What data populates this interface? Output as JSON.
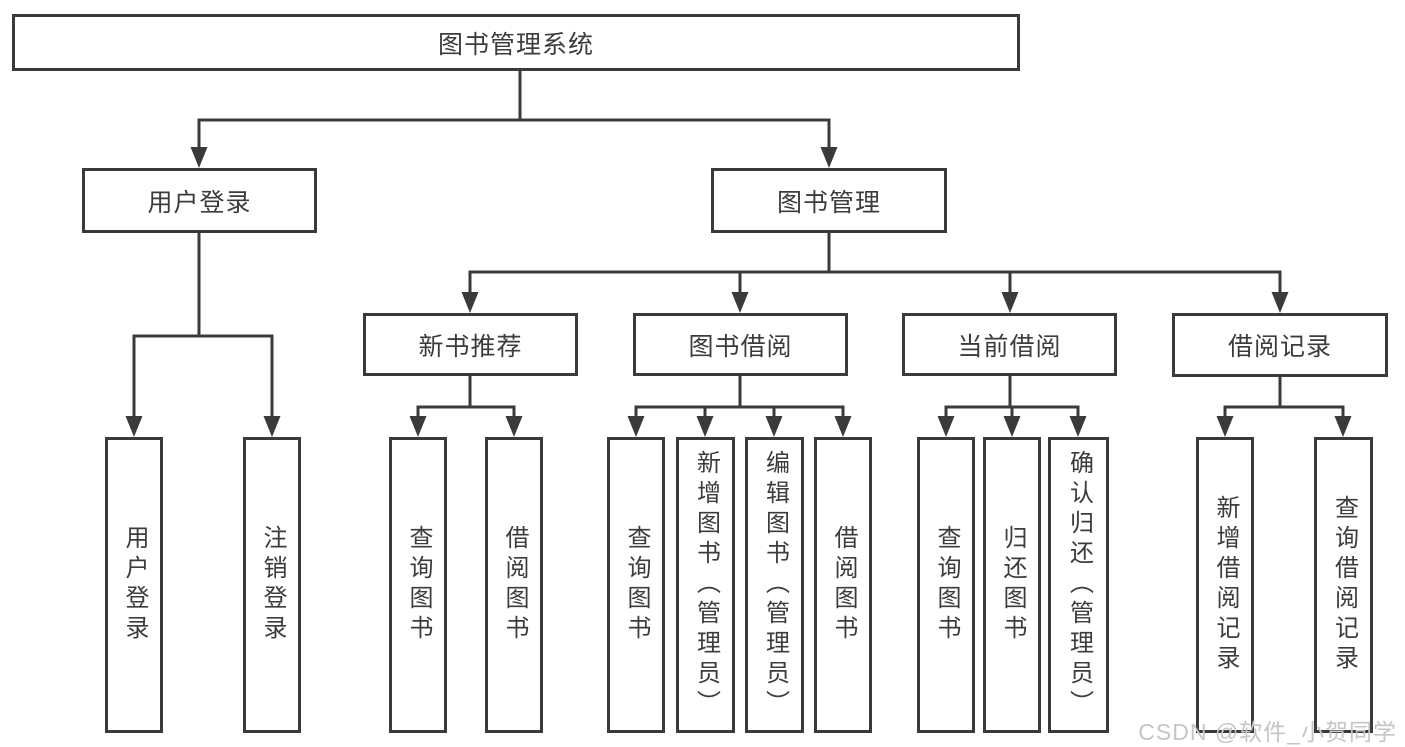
{
  "diagram": {
    "root": {
      "label": "图书管理系统"
    },
    "level2": [
      {
        "label": "用户登录",
        "children": [
          {
            "label": "用户登录"
          },
          {
            "label": "注销登录"
          }
        ]
      },
      {
        "label": "图书管理",
        "children": [
          {
            "label": "新书推荐",
            "children": [
              {
                "label": "查询图书"
              },
              {
                "label": "借阅图书"
              }
            ]
          },
          {
            "label": "图书借阅",
            "children": [
              {
                "label": "查询图书"
              },
              {
                "label": "新增图书（管理员）"
              },
              {
                "label": "编辑图书（管理员）"
              },
              {
                "label": "借阅图书"
              }
            ]
          },
          {
            "label": "当前借阅",
            "children": [
              {
                "label": "查询图书"
              },
              {
                "label": "归还图书"
              },
              {
                "label": "确认归还（管理员）"
              }
            ]
          },
          {
            "label": "借阅记录",
            "children": [
              {
                "label": "新增借阅记录"
              },
              {
                "label": "查询借阅记录"
              }
            ]
          }
        ]
      }
    ]
  },
  "watermark": {
    "text": "CSDN @软件_小贺同学"
  },
  "colors": {
    "line": "#3a3a3a",
    "text": "#3c3c3c",
    "background": "#ffffff",
    "watermark": "#c5c5c5"
  }
}
